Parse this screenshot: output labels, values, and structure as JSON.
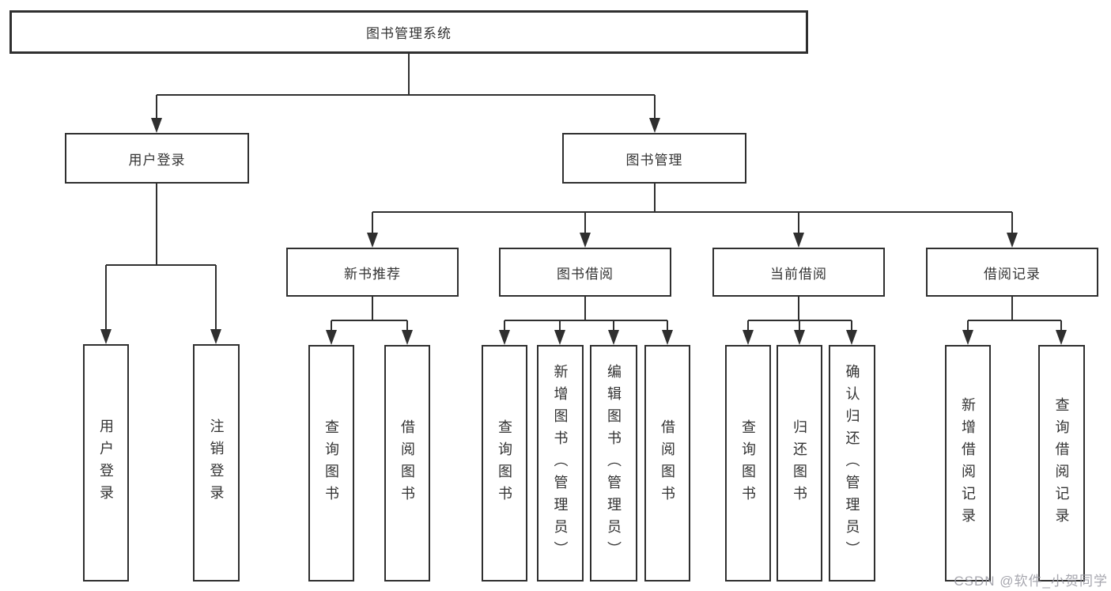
{
  "diagram": {
    "root": {
      "label": "图书管理系统",
      "children": [
        {
          "label": "用户登录",
          "children": [
            {
              "label": "用户登录"
            },
            {
              "label": "注销登录"
            }
          ]
        },
        {
          "label": "图书管理",
          "children": [
            {
              "label": "新书推荐",
              "children": [
                {
                  "label": "查询图书"
                },
                {
                  "label": "借阅图书"
                }
              ]
            },
            {
              "label": "图书借阅",
              "children": [
                {
                  "label": "查询图书"
                },
                {
                  "label": "新增图书（管理员）"
                },
                {
                  "label": "编辑图书（管理员）"
                },
                {
                  "label": "借阅图书"
                }
              ]
            },
            {
              "label": "当前借阅",
              "children": [
                {
                  "label": "查询图书"
                },
                {
                  "label": "归还图书"
                },
                {
                  "label": "确认归还（管理员）"
                }
              ]
            },
            {
              "label": "借阅记录",
              "children": [
                {
                  "label": "新增借阅记录"
                },
                {
                  "label": "查询借阅记录"
                }
              ]
            }
          ]
        }
      ]
    },
    "watermark": "CSDN @软件_小贺同学",
    "colors": {
      "line": "#2f2f2f",
      "text": "#333333",
      "background": "#ffffff",
      "watermark": "#9696a0"
    }
  }
}
